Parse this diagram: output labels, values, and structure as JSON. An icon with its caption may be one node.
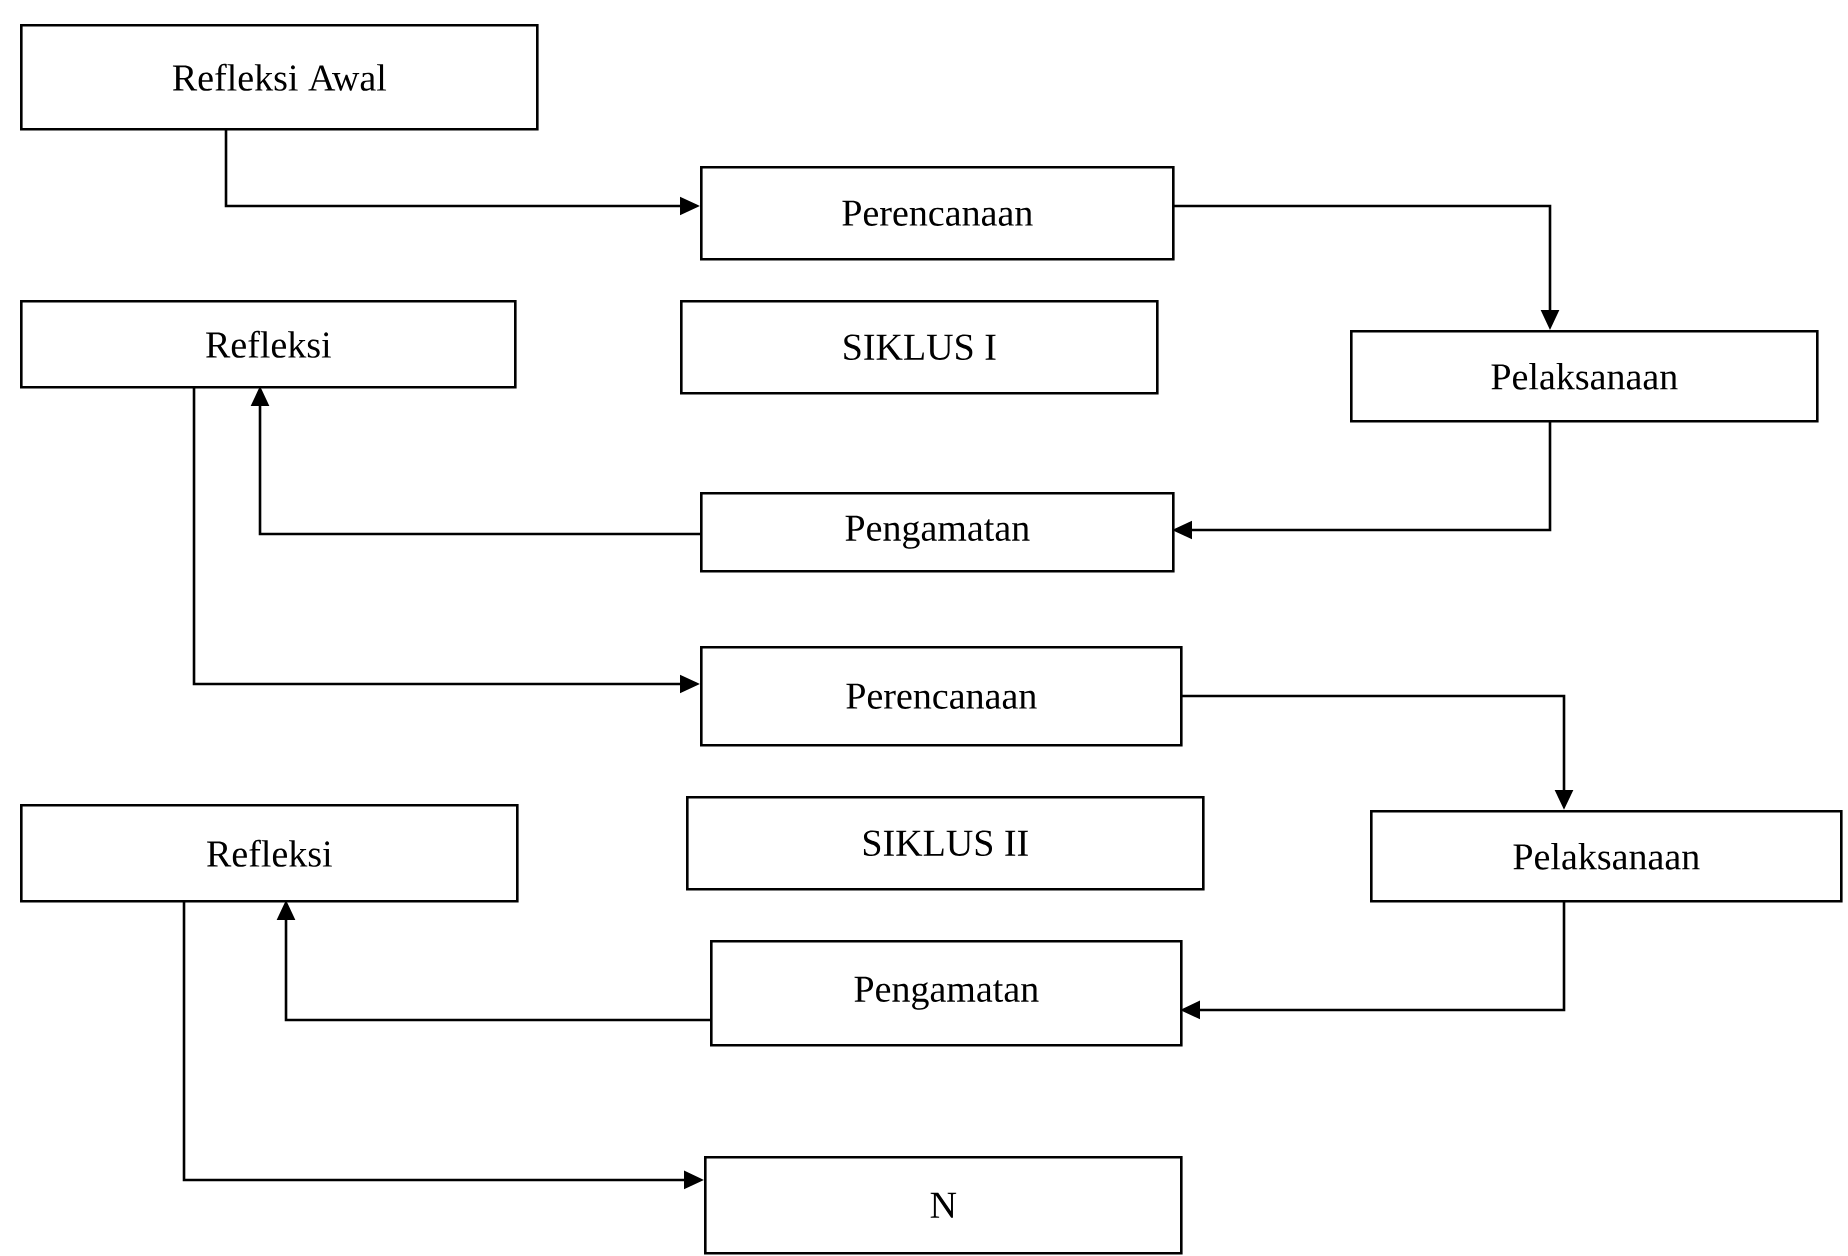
{
  "diagram": {
    "nodes": [
      {
        "text": [
          "Refleksi Awal"
        ]
      },
      {
        "text": [
          "Perencanaan"
        ]
      },
      {
        "text": [
          "SIKLUS I"
        ]
      },
      {
        "text": [
          "Pelaksanaan"
        ]
      },
      {
        "text": [
          "Refleksi"
        ]
      },
      {
        "text": [
          "Pengamatan"
        ]
      },
      {
        "text": [
          "Perencanaan"
        ]
      },
      {
        "text": [
          "SIKLUS II"
        ]
      },
      {
        "text": [
          "Pelaksanaan"
        ]
      },
      {
        "text": [
          "Refleksi"
        ]
      },
      {
        "text": [
          "Pengamatan"
        ]
      },
      {
        "text": [
          "N"
        ]
      }
    ],
    "edges": [
      {
        "from": 0,
        "to": 1,
        "arrow": "to"
      },
      {
        "from": 1,
        "to": 3,
        "arrow": "to"
      },
      {
        "from": 3,
        "to": 5,
        "arrow": "to"
      },
      {
        "from": 5,
        "to": 4,
        "arrow": "to"
      },
      {
        "from": 4,
        "to": 6,
        "arrow": "to"
      },
      {
        "from": 6,
        "to": 8,
        "arrow": "to"
      },
      {
        "from": 8,
        "to": 10,
        "arrow": "to"
      },
      {
        "from": 10,
        "to": 9,
        "arrow": "to"
      },
      {
        "from": 9,
        "to": 11,
        "arrow": "to"
      }
    ]
  }
}
